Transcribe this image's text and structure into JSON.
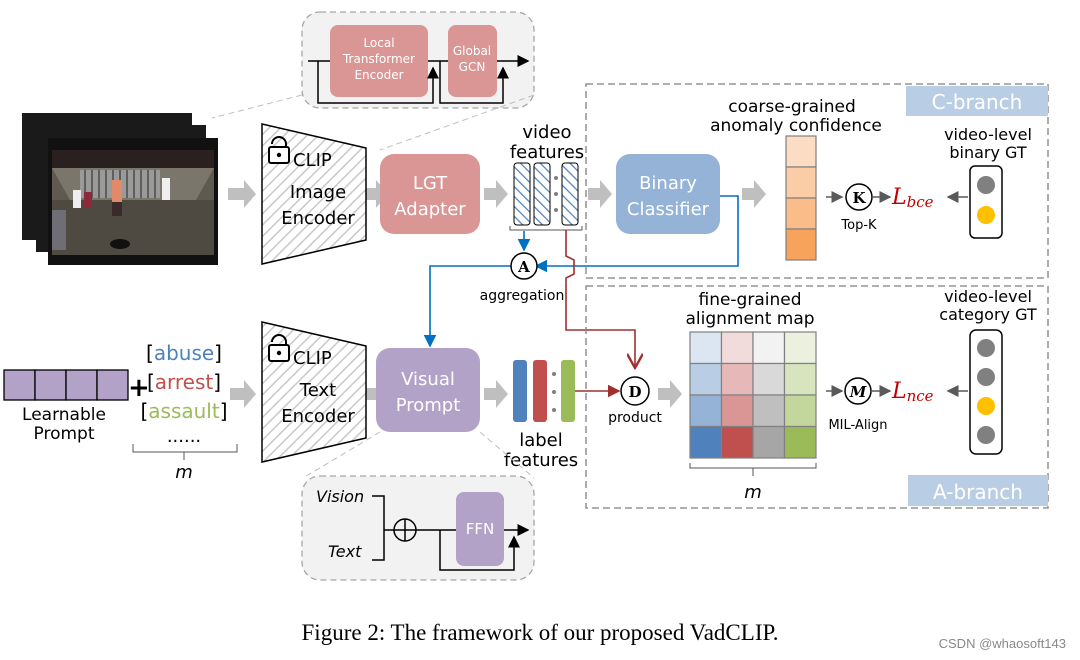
{
  "figure": {
    "caption": "Figure 2: The framework of our proposed VadCLIP.",
    "watermark": "CSDN @whaosoft143"
  },
  "lgt_detail": {
    "block1": [
      "Local",
      "Transformer",
      "Encoder"
    ],
    "block2": [
      "Global",
      "GCN"
    ]
  },
  "image_encoder": {
    "lines": [
      "CLIP",
      "Image",
      "Encoder"
    ],
    "icon": "lock-icon"
  },
  "text_encoder": {
    "lines": [
      "CLIP",
      "Text",
      "Encoder"
    ],
    "icon": "lock-icon"
  },
  "lgt_adapter": {
    "lines": [
      "LGT",
      "Adapter"
    ]
  },
  "video_features": {
    "lines": [
      "video",
      "features"
    ]
  },
  "binary_classifier": {
    "lines": [
      "Binary",
      "Classifier"
    ]
  },
  "aggregation": {
    "symbol": "A",
    "label": "aggregation"
  },
  "c_branch": {
    "title": "C-branch",
    "confidence_label": [
      "coarse-grained",
      "anomaly confidence"
    ],
    "confidence_levels": [
      0.15,
      0.35,
      0.55,
      0.85
    ],
    "topk": {
      "symbol": "K",
      "label": "Top-K"
    },
    "loss": {
      "main": "L",
      "sub": "bce"
    },
    "gt_label": [
      "video-level",
      "binary GT"
    ],
    "gt_dots": [
      "gray",
      "yellow"
    ]
  },
  "a_branch": {
    "title": "A-branch",
    "map_label": [
      "fine-grained",
      "alignment map"
    ],
    "product": {
      "symbol": "D",
      "label": "product"
    },
    "mil": {
      "symbol": "M",
      "label": "MIL-Align"
    },
    "loss": {
      "main": "L",
      "sub": "nce"
    },
    "gt_label": [
      "video-level",
      "category GT"
    ],
    "gt_dots": [
      "gray",
      "gray",
      "yellow",
      "gray"
    ],
    "map_dim": "m",
    "map_colors": [
      [
        "#dce6f2",
        "#f2dcdb",
        "#f2f2f2",
        "#ebf1de"
      ],
      [
        "#b9cde5",
        "#e6b9b8",
        "#d9d9d9",
        "#d7e4bd"
      ],
      [
        "#95b3d7",
        "#d99694",
        "#bfbfbf",
        "#c3d69b"
      ],
      [
        "#4f81bd",
        "#c0504d",
        "#a6a6a6",
        "#9bbb59"
      ]
    ]
  },
  "prompt": {
    "learnable_label": [
      "Learnable",
      "Prompt"
    ],
    "plus": "+",
    "classes": [
      {
        "name": "abuse",
        "color": "#4f81bd"
      },
      {
        "name": "arrest",
        "color": "#c0504d"
      },
      {
        "name": "assault",
        "color": "#9bbb59"
      }
    ],
    "ellipsis": "......",
    "dim": "m"
  },
  "visual_prompt": {
    "lines": [
      "Visual",
      "Prompt"
    ]
  },
  "label_features": {
    "lines": [
      "label",
      "features"
    ],
    "colors": [
      "#4f81bd",
      "#c0504d",
      "#9bbb59"
    ]
  },
  "vp_detail": {
    "vision": "Vision",
    "text": "Text",
    "ffn": "FFN"
  },
  "colors": {
    "lgt_red": "#d99694",
    "binary_blue": "#95b3d7",
    "visual_purple": "#b3a2c7",
    "branch_tag": "#b9cde5",
    "loss_red": "#c00000",
    "flow_blue": "#0070c0",
    "flow_red": "#a03030",
    "gt_yellow": "#ffc000",
    "gt_gray": "#808080",
    "arrow_gray": "#bfbfbf"
  }
}
